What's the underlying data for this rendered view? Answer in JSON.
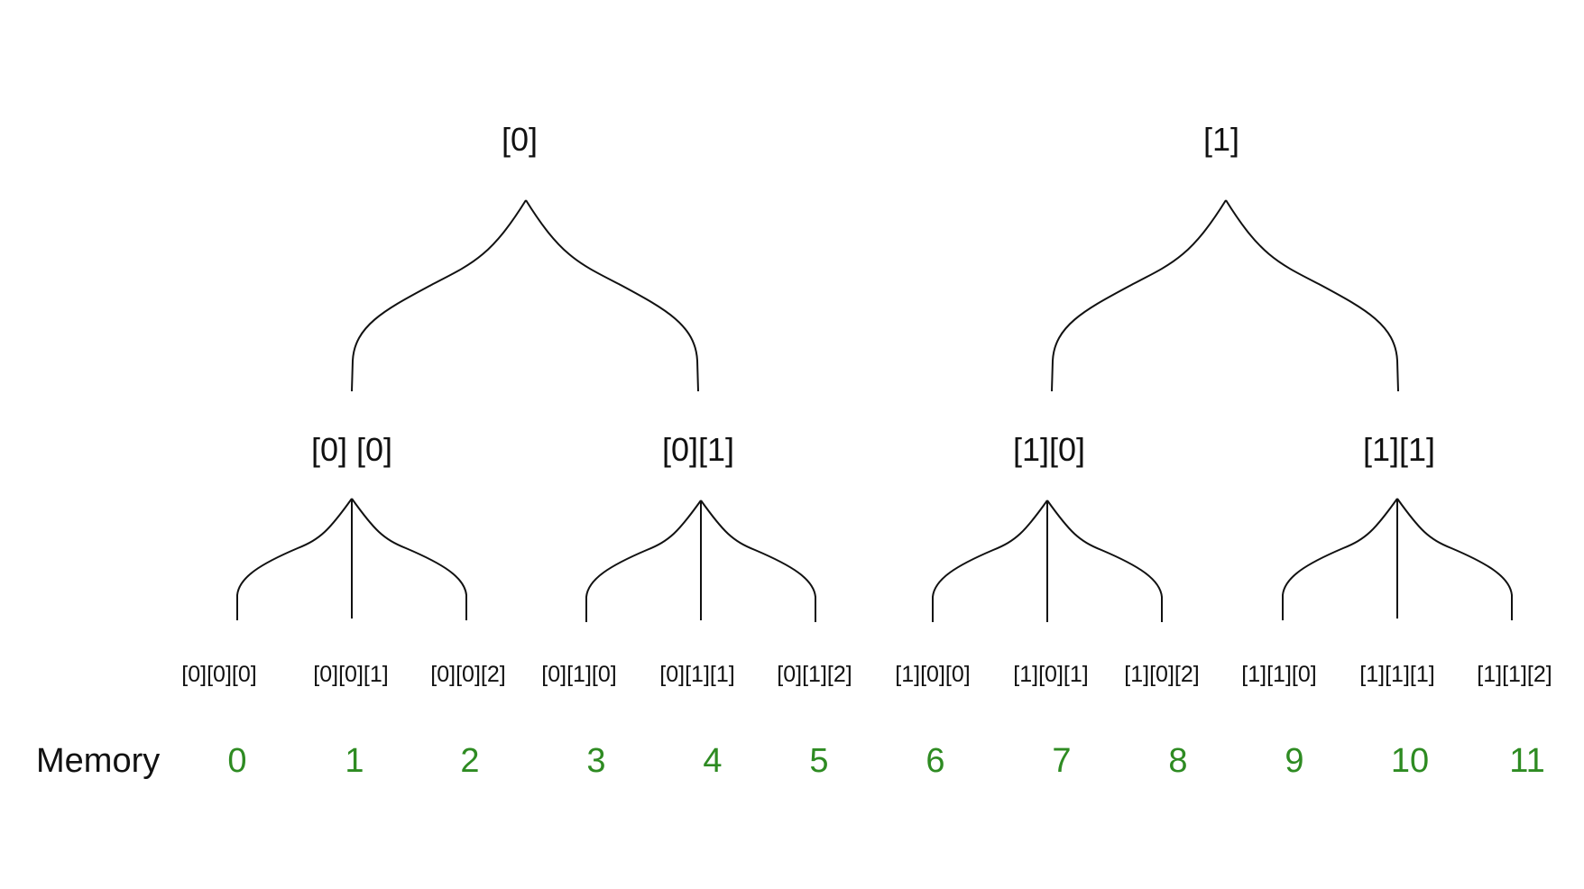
{
  "tree": {
    "level1": [
      {
        "label": "[0]"
      },
      {
        "label": "[1]"
      }
    ],
    "level2": [
      {
        "label": "[0] [0]"
      },
      {
        "label": "[0][1]"
      },
      {
        "label": "[1][0]"
      },
      {
        "label": "[1][1]"
      }
    ],
    "level3": [
      {
        "label": "[0][0][0]"
      },
      {
        "label": "[0][0][1]"
      },
      {
        "label": "[0][0][2]"
      },
      {
        "label": "[0][1][0]"
      },
      {
        "label": "[0][1][1]"
      },
      {
        "label": "[0][1][2]"
      },
      {
        "label": "[1][0][0]"
      },
      {
        "label": "[1][0][1]"
      },
      {
        "label": "[1][0][2]"
      },
      {
        "label": "[1][1][0]"
      },
      {
        "label": "[1][1][1]"
      },
      {
        "label": "[1][1][2]"
      }
    ]
  },
  "memory": {
    "title": "Memory",
    "values": [
      "0",
      "1",
      "2",
      "3",
      "4",
      "5",
      "6",
      "7",
      "8",
      "9",
      "10",
      "11"
    ]
  },
  "colors": {
    "text": "#111111",
    "memory_value": "#2e8b22",
    "branch": "#111111"
  }
}
